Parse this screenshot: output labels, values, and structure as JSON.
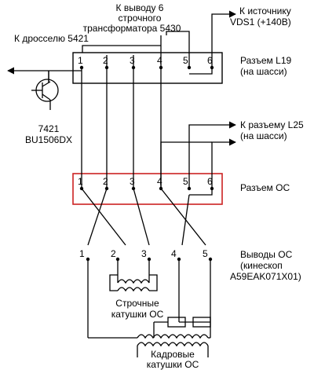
{
  "labels": {
    "to_pin6": "К выводу 6",
    "hv_transformer": "строчного",
    "hv_transformer_num": "трансформатора 5430",
    "to_source": "К источнику",
    "vds1": "VDS1 (+140В)",
    "to_choke": "К дросселю 5421",
    "conn_l19": "Разъем L19",
    "on_chassis_1": "(на шасси)",
    "to_conn_l25": "К разъему L25",
    "on_chassis_2": "(на шасси)",
    "transistor_ref": "7421",
    "transistor_part": "BU1506DX",
    "conn_os": "Разъем ОС",
    "os_leads": "Выводы ОС",
    "kinescope": "(кинескоп",
    "kinescope_part": "A59EAK071X01)",
    "line_coils_1": "Строчные",
    "line_coils_2": "катушки ОС",
    "frame_coils_1": "Кадровые",
    "frame_coils_2": "катушки ОС"
  },
  "pins": {
    "top": [
      "1",
      "2",
      "3",
      "4",
      "5",
      "6"
    ],
    "os": [
      "1",
      "2",
      "3",
      "4",
      "5",
      "6"
    ],
    "yoke": [
      "1",
      "2",
      "3",
      "4",
      "5"
    ]
  },
  "colors": {
    "line": "#000000",
    "os_box": "#cc2222"
  }
}
